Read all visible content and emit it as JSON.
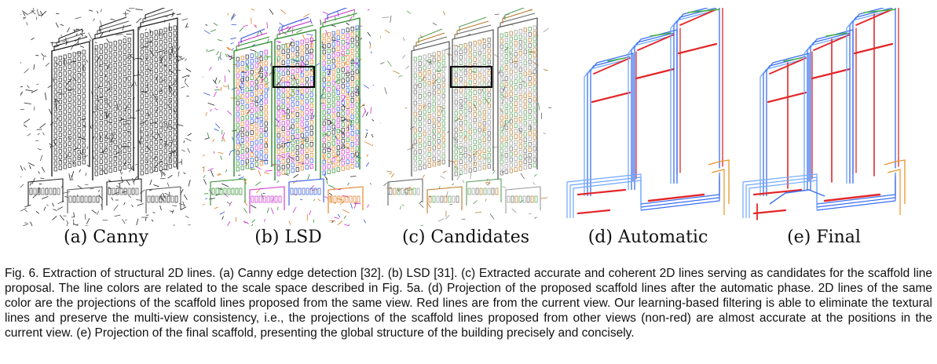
{
  "panels": [
    {
      "id": "a",
      "label": "(a) Canny",
      "style": "canny"
    },
    {
      "id": "b",
      "label": "(b) LSD",
      "style": "lsd"
    },
    {
      "id": "c",
      "label": "(c) Candidates",
      "style": "candidates"
    },
    {
      "id": "d",
      "label": "(d) Automatic",
      "style": "automatic"
    },
    {
      "id": "e",
      "label": "(e) Final",
      "style": "final"
    }
  ],
  "caption": {
    "figure_label": "Fig. 6.",
    "text": "Extraction of structural 2D lines. (a) Canny edge detection [32]. (b) LSD [31]. (c) Extracted accurate and coherent 2D lines serving as candidates for the scaffold line proposal. The line colors are related to the scale space described in Fig. 5a. (d) Projection of the proposed scaffold lines after the automatic phase. 2D lines of the same color are the projections of the scaffold lines proposed from the same view. Red lines are from the current view. Our learning-based filtering is able to eliminate the textural lines and preserve the multi-view consistency, i.e., the projections of the scaffold lines proposed from other views (non-red) are almost accurate at the positions in the current view. (e) Projection of the final scaffold, presenting the global structure of the building precisely and concisely."
  },
  "colors": {
    "red": "#e3262a",
    "blue": "#3a6ff0",
    "light_blue": "#6fa8ff",
    "green": "#3fb13f",
    "orange": "#e8942a",
    "black": "#111111"
  }
}
